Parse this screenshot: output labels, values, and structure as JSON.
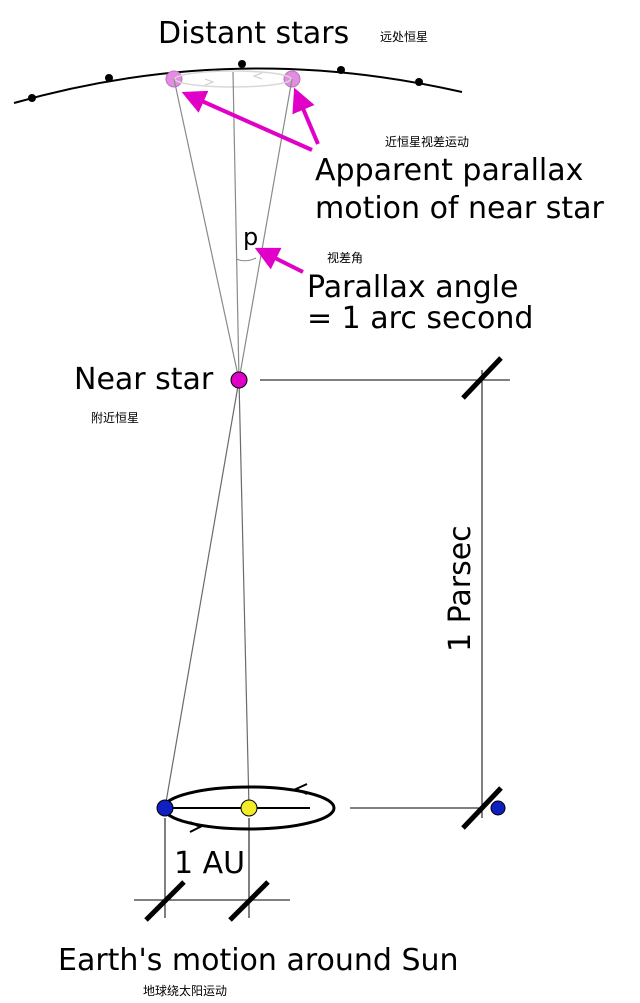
{
  "labels": {
    "distant_stars": "Distant stars",
    "distant_stars_cn": "远处恒星",
    "parallax_motion_cn": "近恒星视差运动",
    "parallax_motion_line1": "Apparent parallax",
    "parallax_motion_line2": "motion of near star",
    "p": "p",
    "parallax_angle_cn": "视差角",
    "parallax_angle_line1": "Parallax angle",
    "parallax_angle_line2": "= 1 arc second",
    "near_star": "Near star",
    "near_star_cn": "附近恒星",
    "parsec": "1 Parsec",
    "au": "1 AU",
    "earth_motion": "Earth's motion around Sun",
    "earth_motion_cn": "地球绕太阳运动"
  },
  "colors": {
    "magenta": "#e000c8",
    "magenta_light": "#e28ee0",
    "earth": "#1020c0",
    "sun": "#f2ec2a",
    "line_gray": "#8a8a8a",
    "ink": "#000000"
  }
}
